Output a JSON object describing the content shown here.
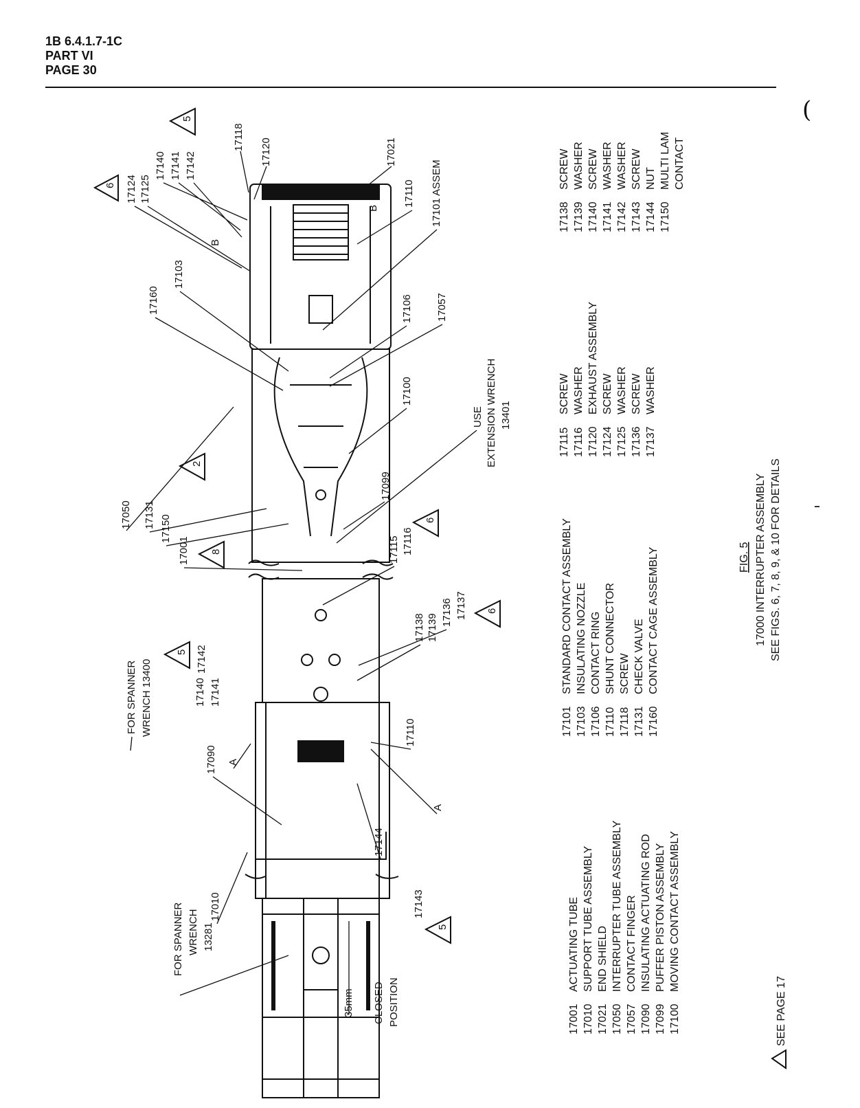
{
  "header": {
    "line1": "1B 6.4.1.7-1C",
    "line2": "PART VI",
    "line3": "PAGE 30"
  },
  "figure": {
    "fig_no": "FIG. 5",
    "title": "17000 INTERRUPTER ASSEMBLY",
    "see": "SEE FIGS. 6, 7, 8, 9, & 10 FOR DETAILS"
  },
  "callouts": {
    "c17120": "17120",
    "c17118": "17118",
    "c17021": "17021",
    "c17124": "17124",
    "c17125": "17125",
    "c17140": "17140",
    "c17141": "17141",
    "c17142": "17142",
    "c17110": "17110",
    "c17101": "17101 ASSEM",
    "b1": "B",
    "b2": "B",
    "c17103": "17103",
    "c17160": "17160",
    "c17106": "17106",
    "c17057": "17057",
    "c17100": "17100",
    "c17099": "17099",
    "use1": "USE",
    "use2": "EXTENSION WRENCH",
    "use3": "13401",
    "c17050": "17050",
    "c17131": "17131",
    "c17150": "17150",
    "c17001": "17001",
    "c17115": "17115",
    "c17116": "17116",
    "c17136": "17136",
    "c17137": "17137",
    "c17138": "17138",
    "c17139": "17139",
    "sp1a": "FOR SPANNER",
    "sp1b": "WRENCH 13400",
    "c17140b": "17140",
    "c17141b": "17141",
    "c17142b": "17142",
    "c17110b": "17110",
    "c17090": "17090",
    "a1": "A",
    "a2": "A",
    "c17010": "17010",
    "c17144": "17144",
    "c17143": "17143",
    "sp2a": "FOR SPANNER",
    "sp2b": "WRENCH",
    "sp2c": "13281",
    "mm35": "35mm",
    "closed1": "CLOSED",
    "closed2": "POSITION"
  },
  "triangles": [
    "6",
    "5",
    "2",
    "6",
    "8",
    "6",
    "5",
    "5"
  ],
  "parts_lists": [
    [
      {
        "no": "17001",
        "name": "ACTUATING TUBE"
      },
      {
        "no": "17010",
        "name": "SUPPORT TUBE ASSEMBLY"
      },
      {
        "no": "17021",
        "name": "END SHIELD"
      },
      {
        "no": "17050",
        "name": "INTERRUPTER TUBE ASSEMBLY"
      },
      {
        "no": "17057",
        "name": "CONTACT FINGER"
      },
      {
        "no": "17090",
        "name": "INSULATING ACTUATING ROD"
      },
      {
        "no": "17099",
        "name": "PUFFER PISTON ASSEMBLY"
      },
      {
        "no": "17100",
        "name": "MOVING CONTACT ASSEMBLY"
      }
    ],
    [
      {
        "no": "17101",
        "name": "STANDARD CONTACT ASSEMBLY"
      },
      {
        "no": "17103",
        "name": "INSULATING NOZZLE"
      },
      {
        "no": "17106",
        "name": "CONTACT RING"
      },
      {
        "no": "17110",
        "name": "SHUNT CONNECTOR"
      },
      {
        "no": "17118",
        "name": "SCREW"
      },
      {
        "no": "17131",
        "name": "CHECK VALVE"
      },
      {
        "no": "17160",
        "name": "CONTACT CAGE ASSEMBLY"
      }
    ],
    [
      {
        "no": "17115",
        "name": "SCREW"
      },
      {
        "no": "17116",
        "name": "WASHER"
      },
      {
        "no": "17120",
        "name": "EXHAUST ASSEMBLY"
      },
      {
        "no": "17124",
        "name": "SCREW"
      },
      {
        "no": "17125",
        "name": "WASHER"
      },
      {
        "no": "17136",
        "name": "SCREW"
      },
      {
        "no": "17137",
        "name": "WASHER"
      }
    ],
    [
      {
        "no": "17138",
        "name": "SCREW"
      },
      {
        "no": "17139",
        "name": "WASHER"
      },
      {
        "no": "17140",
        "name": "SCREW"
      },
      {
        "no": "17141",
        "name": "WASHER"
      },
      {
        "no": "17142",
        "name": "WASHER"
      },
      {
        "no": "17143",
        "name": "SCREW"
      },
      {
        "no": "17144",
        "name": "NUT"
      },
      {
        "no": "17150",
        "name": "MULTI LAM"
      },
      {
        "no": "",
        "name": "CONTACT"
      }
    ]
  ],
  "see_page": "SEE PAGE 17"
}
